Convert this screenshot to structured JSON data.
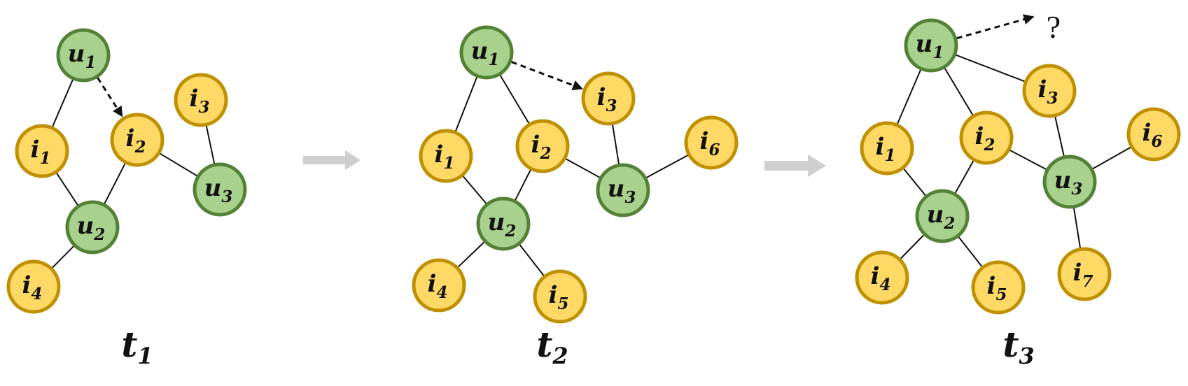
{
  "colors": {
    "user_fill": "#a9d18e",
    "user_stroke": "#538135",
    "item_fill": "#ffd966",
    "item_stroke": "#bf9000",
    "time_arrow": "#cfcfcf"
  },
  "panels": [
    {
      "time": {
        "letter": "t",
        "sub": "1"
      },
      "nodes": [
        {
          "id": "u1",
          "type": "user",
          "letter": "u",
          "sub": "1"
        },
        {
          "id": "i1",
          "type": "item",
          "letter": "i",
          "sub": "1"
        },
        {
          "id": "i2",
          "type": "item",
          "letter": "i",
          "sub": "2"
        },
        {
          "id": "i3",
          "type": "item",
          "letter": "i",
          "sub": "3"
        },
        {
          "id": "u3",
          "type": "user",
          "letter": "u",
          "sub": "3"
        },
        {
          "id": "u2",
          "type": "user",
          "letter": "u",
          "sub": "2"
        },
        {
          "id": "i4",
          "type": "item",
          "letter": "i",
          "sub": "4"
        }
      ],
      "edges": [
        [
          "u1",
          "i1"
        ],
        [
          "i1",
          "u2"
        ],
        [
          "i2",
          "u2"
        ],
        [
          "i2",
          "u3"
        ],
        [
          "i3",
          "u3"
        ],
        [
          "u2",
          "i4"
        ]
      ],
      "prediction": {
        "from": "u1",
        "to": "i2"
      }
    },
    {
      "time": {
        "letter": "t",
        "sub": "2"
      },
      "nodes": [
        {
          "id": "u1",
          "type": "user",
          "letter": "u",
          "sub": "1"
        },
        {
          "id": "i3",
          "type": "item",
          "letter": "i",
          "sub": "3"
        },
        {
          "id": "i1",
          "type": "item",
          "letter": "i",
          "sub": "1"
        },
        {
          "id": "i2",
          "type": "item",
          "letter": "i",
          "sub": "2"
        },
        {
          "id": "i6",
          "type": "item",
          "letter": "i",
          "sub": "6"
        },
        {
          "id": "u3",
          "type": "user",
          "letter": "u",
          "sub": "3"
        },
        {
          "id": "u2",
          "type": "user",
          "letter": "u",
          "sub": "2"
        },
        {
          "id": "i4",
          "type": "item",
          "letter": "i",
          "sub": "4"
        },
        {
          "id": "i5",
          "type": "item",
          "letter": "i",
          "sub": "5"
        }
      ],
      "edges": [
        [
          "u1",
          "i1"
        ],
        [
          "u1",
          "i2"
        ],
        [
          "i1",
          "u2"
        ],
        [
          "i2",
          "u2"
        ],
        [
          "i2",
          "u3"
        ],
        [
          "i3",
          "u3"
        ],
        [
          "u3",
          "i6"
        ],
        [
          "u2",
          "i4"
        ],
        [
          "u2",
          "i5"
        ]
      ],
      "prediction": {
        "from": "u1",
        "to": "i3"
      }
    },
    {
      "time": {
        "letter": "t",
        "sub": "3"
      },
      "nodes": [
        {
          "id": "u1",
          "type": "user",
          "letter": "u",
          "sub": "1"
        },
        {
          "id": "i3",
          "type": "item",
          "letter": "i",
          "sub": "3"
        },
        {
          "id": "i1",
          "type": "item",
          "letter": "i",
          "sub": "1"
        },
        {
          "id": "i2",
          "type": "item",
          "letter": "i",
          "sub": "2"
        },
        {
          "id": "i6",
          "type": "item",
          "letter": "i",
          "sub": "6"
        },
        {
          "id": "u3",
          "type": "user",
          "letter": "u",
          "sub": "3"
        },
        {
          "id": "u2",
          "type": "user",
          "letter": "u",
          "sub": "2"
        },
        {
          "id": "i4",
          "type": "item",
          "letter": "i",
          "sub": "4"
        },
        {
          "id": "i5",
          "type": "item",
          "letter": "i",
          "sub": "5"
        },
        {
          "id": "i7",
          "type": "item",
          "letter": "i",
          "sub": "7"
        }
      ],
      "edges": [
        [
          "u1",
          "i1"
        ],
        [
          "u1",
          "i2"
        ],
        [
          "u1",
          "i3"
        ],
        [
          "i1",
          "u2"
        ],
        [
          "i2",
          "u2"
        ],
        [
          "i2",
          "u3"
        ],
        [
          "i3",
          "u3"
        ],
        [
          "u3",
          "i6"
        ],
        [
          "u3",
          "i7"
        ],
        [
          "u2",
          "i4"
        ],
        [
          "u2",
          "i5"
        ]
      ],
      "prediction": {
        "from": "u1",
        "to": "?",
        "label": "?"
      }
    }
  ]
}
